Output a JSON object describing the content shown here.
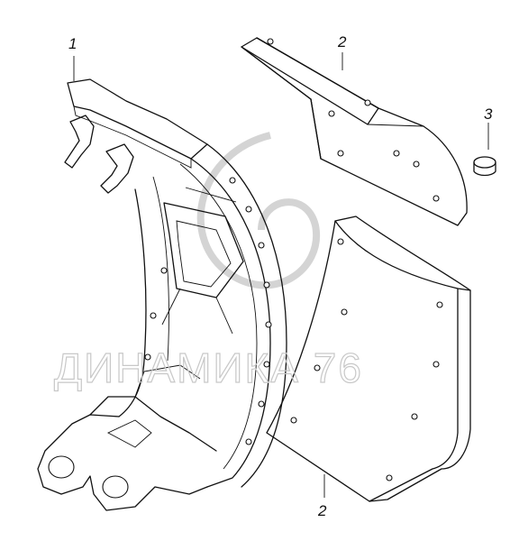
{
  "diagram": {
    "callouts": [
      {
        "id": "brake-shoe",
        "label": "1"
      },
      {
        "id": "lining-upper",
        "label": "2"
      },
      {
        "id": "rivet",
        "label": "3"
      },
      {
        "id": "lining-lower",
        "label": "2"
      }
    ],
    "watermark": "ДИНАМИКА 76",
    "colors": {
      "line": "#111111",
      "watermark": "#c8c8c8",
      "background": "#ffffff"
    }
  }
}
